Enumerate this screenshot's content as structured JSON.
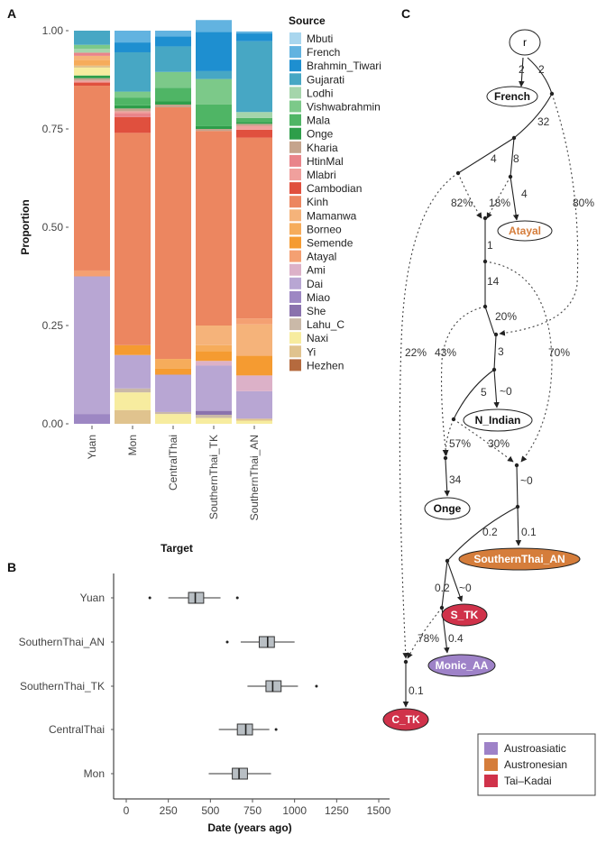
{
  "panels": {
    "a": "A",
    "b": "B",
    "c": "C"
  },
  "colors": {
    "Mbuti": "#a9d6ee",
    "French": "#62b3e0",
    "Brahmin_Tiwari": "#1e8fd0",
    "Gujarati": "#47a7c4",
    "Lodhi": "#a5d5ab",
    "Vishwabrahmin": "#7cc989",
    "Mala": "#4fb565",
    "Onge": "#2e9e4a",
    "Kharia": "#c5a48d",
    "HtinMal": "#e9848a",
    "Mlabri": "#f0a09d",
    "Cambodian": "#e0503e",
    "Kinh": "#ec8660",
    "Mamanwa": "#f5b37a",
    "Borneo": "#f6ac5b",
    "Semende": "#f59b31",
    "Atayal": "#f4a072",
    "Ami": "#dcb1c8",
    "Dai": "#b8a6d3",
    "Miao": "#9d87c3",
    "She": "#8a72ad",
    "Lahu_C": "#cab9a8",
    "Naxi": "#f7ec9f",
    "Yi": "#e0c38e",
    "Hezhen": "#b56a3e",
    "austroasiatic": "#9e82c8",
    "austronesian": "#d57d3b",
    "taikadai": "#d0324a"
  },
  "chart_data": [
    {
      "type": "stacked-bar",
      "title": "",
      "xlabel": "Target",
      "ylabel": "Proportion",
      "ylim": [
        0,
        1
      ],
      "yticks": [
        "0.00",
        "0.25",
        "0.50",
        "0.75",
        "1.00"
      ],
      "legend_title": "Source",
      "legend": [
        "Mbuti",
        "French",
        "Brahmin_Tiwari",
        "Gujarati",
        "Lodhi",
        "Vishwabrahmin",
        "Mala",
        "Onge",
        "Kharia",
        "HtinMal",
        "Mlabri",
        "Cambodian",
        "Kinh",
        "Mamanwa",
        "Borneo",
        "Semende",
        "Atayal",
        "Ami",
        "Dai",
        "Miao",
        "She",
        "Lahu_C",
        "Naxi",
        "Yi",
        "Hezhen"
      ],
      "categories": [
        "Yuan",
        "Mon",
        "CentralThai",
        "SouthernThai_TK",
        "SouthernThai_AN"
      ],
      "bars": [
        {
          "segments": [
            [
              "Miao",
              0.025
            ],
            [
              "Dai",
              0.35
            ],
            [
              "Atayal",
              0.015
            ],
            [
              "Kinh",
              0.47
            ],
            [
              "Cambodian",
              0.008
            ],
            [
              "Mlabri",
              0.005
            ],
            [
              "Kharia",
              0.006
            ],
            [
              "Onge",
              0.007
            ],
            [
              "Naxi",
              0.02
            ],
            [
              "Yi",
              0.005
            ],
            [
              "Borneo",
              0.015
            ],
            [
              "Mamanwa",
              0.01
            ],
            [
              "HtinMal",
              0.008
            ],
            [
              "Lodhi",
              0.01
            ],
            [
              "Vishwabrahmin",
              0.01
            ],
            [
              "Gujarati",
              0.036
            ]
          ]
        },
        {
          "segments": [
            [
              "Yi",
              0.035
            ],
            [
              "Naxi",
              0.045
            ],
            [
              "Lahu_C",
              0.01
            ],
            [
              "Dai",
              0.085
            ],
            [
              "Semende",
              0.025
            ],
            [
              "Kinh",
              0.54
            ],
            [
              "Cambodian",
              0.04
            ],
            [
              "HtinMal",
              0.01
            ],
            [
              "Mlabri",
              0.005
            ],
            [
              "Kharia",
              0.007
            ],
            [
              "Onge",
              0.008
            ],
            [
              "Mala",
              0.02
            ],
            [
              "Vishwabrahmin",
              0.015
            ],
            [
              "Gujarati",
              0.1
            ],
            [
              "Brahmin_Tiwari",
              0.025
            ],
            [
              "French",
              0.03
            ]
          ]
        },
        {
          "segments": [
            [
              "Naxi",
              0.025
            ],
            [
              "Lahu_C",
              0.005
            ],
            [
              "Dai",
              0.095
            ],
            [
              "Semende",
              0.015
            ],
            [
              "Borneo",
              0.025
            ],
            [
              "Kinh",
              0.64
            ],
            [
              "Kharia",
              0.007
            ],
            [
              "Onge",
              0.008
            ],
            [
              "Mala",
              0.035
            ],
            [
              "Vishwabrahmin",
              0.04
            ],
            [
              "Gujarati",
              0.065
            ],
            [
              "Brahmin_Tiwari",
              0.025
            ],
            [
              "French",
              0.015
            ]
          ]
        },
        {
          "segments": [
            [
              "Naxi",
              0.015
            ],
            [
              "Lahu_C",
              0.008
            ],
            [
              "She",
              0.01
            ],
            [
              "Dai",
              0.115
            ],
            [
              "Ami",
              0.012
            ],
            [
              "Semende",
              0.025
            ],
            [
              "Borneo",
              0.015
            ],
            [
              "Mamanwa",
              0.05
            ],
            [
              "Kinh",
              0.495
            ],
            [
              "Kharia",
              0.005
            ],
            [
              "Onge",
              0.007
            ],
            [
              "Mala",
              0.055
            ],
            [
              "Vishwabrahmin",
              0.065
            ],
            [
              "Gujarati",
              0.02
            ],
            [
              "Brahmin_Tiwari",
              0.1
            ],
            [
              "French",
              0.03
            ]
          ]
        },
        {
          "segments": [
            [
              "Naxi",
              0.008
            ],
            [
              "Yi",
              0.005
            ],
            [
              "Dai",
              0.07
            ],
            [
              "Ami",
              0.04
            ],
            [
              "Semende",
              0.05
            ],
            [
              "Mamanwa",
              0.08
            ],
            [
              "Atayal",
              0.015
            ],
            [
              "Kinh",
              0.46
            ],
            [
              "Cambodian",
              0.02
            ],
            [
              "Mlabri",
              0.01
            ],
            [
              "Kharia",
              0.005
            ],
            [
              "Onge",
              0.005
            ],
            [
              "Mala",
              0.01
            ],
            [
              "Lodhi",
              0.015
            ],
            [
              "Gujarati",
              0.18
            ],
            [
              "Brahmin_Tiwari",
              0.02
            ],
            [
              "French",
              0.005
            ]
          ]
        }
      ]
    },
    {
      "type": "boxplot",
      "xlabel": "Date (years ago)",
      "xlim": [
        0,
        1500
      ],
      "xticks": [
        "0",
        "250",
        "500",
        "750",
        "1000",
        "1250",
        "1500"
      ],
      "categories": [
        "Yuan",
        "SouthernThai_AN",
        "SouthernThai_TK",
        "CentralThai",
        "Mon"
      ],
      "boxes": [
        {
          "min": 250,
          "q1": 370,
          "median": 410,
          "q3": 460,
          "max": 560,
          "outliers": [
            140,
            660
          ]
        },
        {
          "min": 680,
          "q1": 790,
          "median": 840,
          "q3": 880,
          "max": 1000,
          "outliers": [
            600
          ]
        },
        {
          "min": 720,
          "q1": 830,
          "median": 870,
          "q3": 920,
          "max": 1020,
          "outliers": [
            1130
          ]
        },
        {
          "min": 550,
          "q1": 660,
          "median": 710,
          "q3": 750,
          "max": 850,
          "outliers": [
            890
          ]
        },
        {
          "min": 490,
          "q1": 630,
          "median": 670,
          "q3": 720,
          "max": 860,
          "outliers": []
        }
      ]
    }
  ],
  "graph": {
    "nodes": {
      "r": "r",
      "french": "French",
      "atayal": "Atayal",
      "n_indian": "N_Indian",
      "onge": "Onge",
      "southernthai_an": "SouthernThai_AN",
      "s_tk": "S_TK",
      "monic_aa": "Monic_AA",
      "c_tk": "C_TK"
    },
    "edge_labels": {
      "r_french": "2",
      "r_n1": "2",
      "n1_n2": "32",
      "n2_n3": "4",
      "n2_n4": "8",
      "n4_atayal": "4",
      "pct82": "82%",
      "pct18": "18%",
      "pct80": "80%",
      "e1": "1",
      "e14": "14",
      "pct20": "20%",
      "pct22": "22%",
      "pct43": "43%",
      "pct70": "70%",
      "e3": "3",
      "e5": "5",
      "e0a": "~0",
      "pct57": "57%",
      "pct30": "30%",
      "e34": "34",
      "e0b": "~0",
      "e02a": "0.2",
      "e01a": "0.1",
      "e02b": "0.2",
      "e0c": "~0",
      "pct78": "78%",
      "e04": "0.4",
      "e01b": "0.1"
    },
    "legend": [
      "Austroasiatic",
      "Austronesian",
      "Tai–Kadai"
    ]
  }
}
